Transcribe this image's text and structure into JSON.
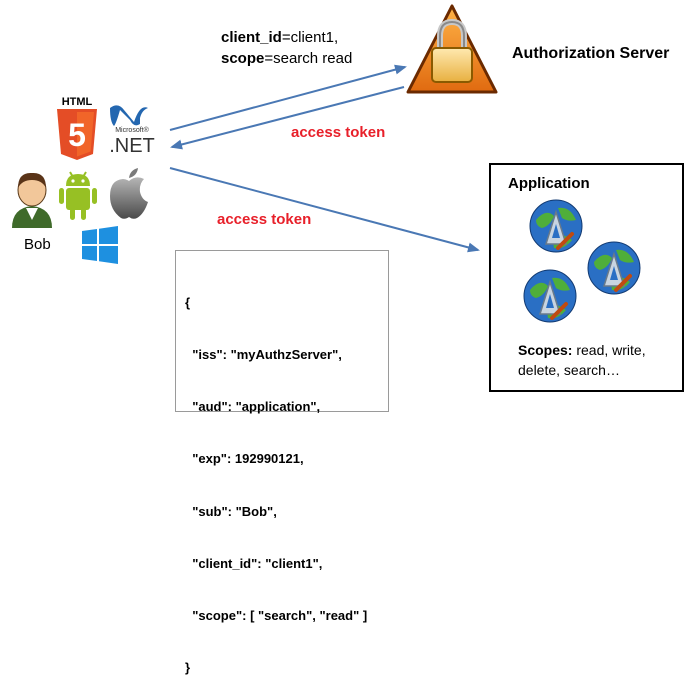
{
  "request": {
    "client_id_key": "client_id",
    "client_id_value": "=client1,",
    "scope_key": "scope",
    "scope_value": "=search read"
  },
  "authorization_server": {
    "title": "Authorization Server"
  },
  "tokens": {
    "first": "access token",
    "second": "access token"
  },
  "client": {
    "user_label": "Bob",
    "html_label": "HTML",
    "html_number": "5",
    "dotnet_small": "Microsoft®",
    "dotnet_label": ".NET"
  },
  "jwt": {
    "lines": [
      "{",
      "  \"iss\": \"myAuthzServer\",",
      "  \"aud\": \"application\",",
      "  \"exp\": 192990121,",
      "  \"sub\": \"Bob\",",
      "  \"client_id\": \"client1\",",
      "  \"scope\": [ \"search\", \"read\" ]",
      "}"
    ]
  },
  "application": {
    "title": "Application",
    "scopes_key": "Scopes:",
    "scopes_line1": " read, write,",
    "scopes_line2": "delete, search…"
  },
  "colors": {
    "arrow": "#4a78b4",
    "token_text": "#e8202a",
    "lock_orange": "#f08a1c",
    "html5_orange": "#e44d26",
    "android_green": "#97c024",
    "windows_blue": "#1e90e0",
    "dotnet_blue": "#2467b0"
  },
  "icons": [
    "padlock-warning-icon",
    "html5-icon",
    "dotnet-icon",
    "user-avatar-icon",
    "android-icon",
    "apple-icon",
    "windows-icon",
    "globe-app-icon"
  ]
}
